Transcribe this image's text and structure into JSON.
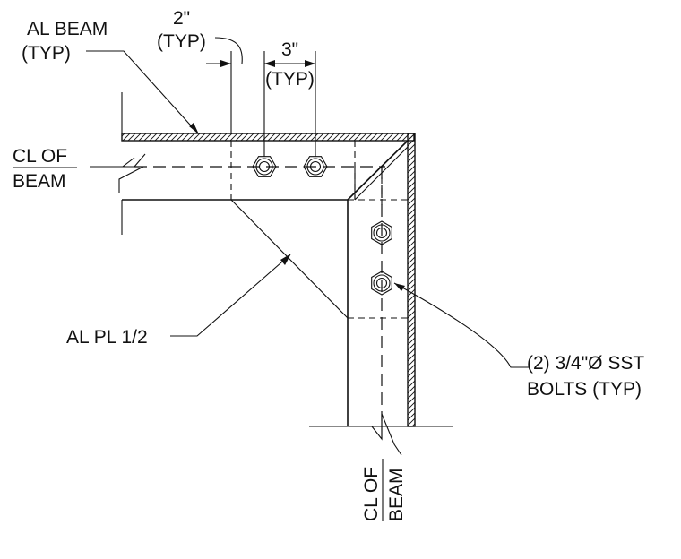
{
  "labels": {
    "al_beam": [
      "AL BEAM",
      "(TYP)"
    ],
    "dim_2in": [
      "2\"",
      "(TYP)"
    ],
    "dim_3in": [
      "3\"",
      "(TYP)"
    ],
    "cl_of_beam_h": [
      "CL OF",
      "BEAM"
    ],
    "cl_of_beam_v": [
      "CL OF",
      "BEAM"
    ],
    "al_plate": "AL PL 1/2",
    "bolts": [
      "(2) 3/4\"Ø SST",
      "BOLTS (TYP)"
    ]
  }
}
